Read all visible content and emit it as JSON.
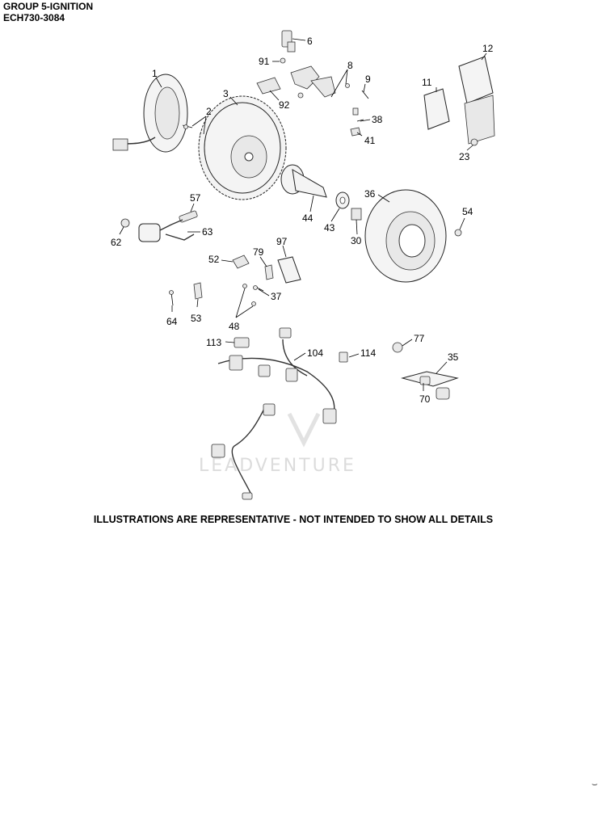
{
  "header": {
    "group_title": "GROUP 5-IGNITION",
    "model_code": "ECH730-3084"
  },
  "diagram": {
    "callouts": [
      "1",
      "2",
      "3",
      "6",
      "91",
      "8",
      "9",
      "92",
      "12",
      "11",
      "38",
      "41",
      "23",
      "57",
      "62",
      "63",
      "44",
      "43",
      "36",
      "30",
      "54",
      "52",
      "79",
      "97",
      "37",
      "64",
      "53",
      "48",
      "77",
      "113",
      "104",
      "114",
      "35",
      "70"
    ],
    "watermark": "LEADVENTURE"
  },
  "footer": {
    "disclaimer": "ILLUSTRATIONS ARE REPRESENTATIVE - NOT INTENDED TO SHOW ALL DETAILS"
  },
  "corner_mark": "⌣"
}
